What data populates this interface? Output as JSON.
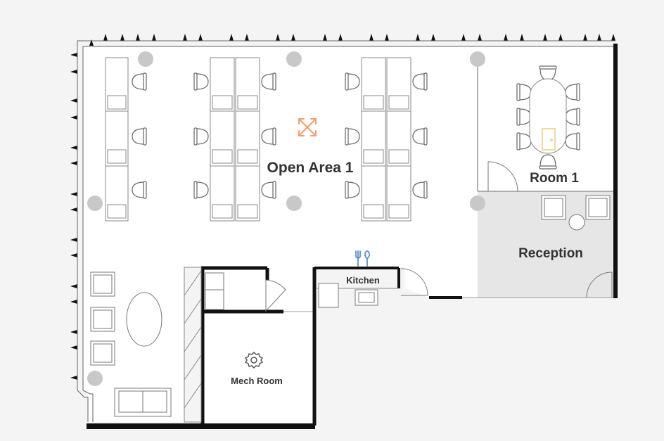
{
  "labels": {
    "open_area": "Open Area 1",
    "room": "Room 1",
    "reception": "Reception",
    "kitchen": "Kitchen",
    "mech_room": "Mech Room"
  },
  "colors": {
    "background": "#f4f4f4",
    "floor": "#ffffff",
    "wall": "#111111",
    "reception_floor": "#e6e6e6",
    "column": "#c8c8c8",
    "furniture_line": "#888888",
    "kitchen_icon": "#5b8fc9",
    "expand_icon": "#f0a070",
    "door_icon": "#f2d9a0",
    "mech_icon": "#555555"
  },
  "icons": {
    "open_area": "expand-arrows-icon",
    "kitchen": "fork-knife-icon",
    "room": "door-icon",
    "mech_room": "gear-icon"
  }
}
